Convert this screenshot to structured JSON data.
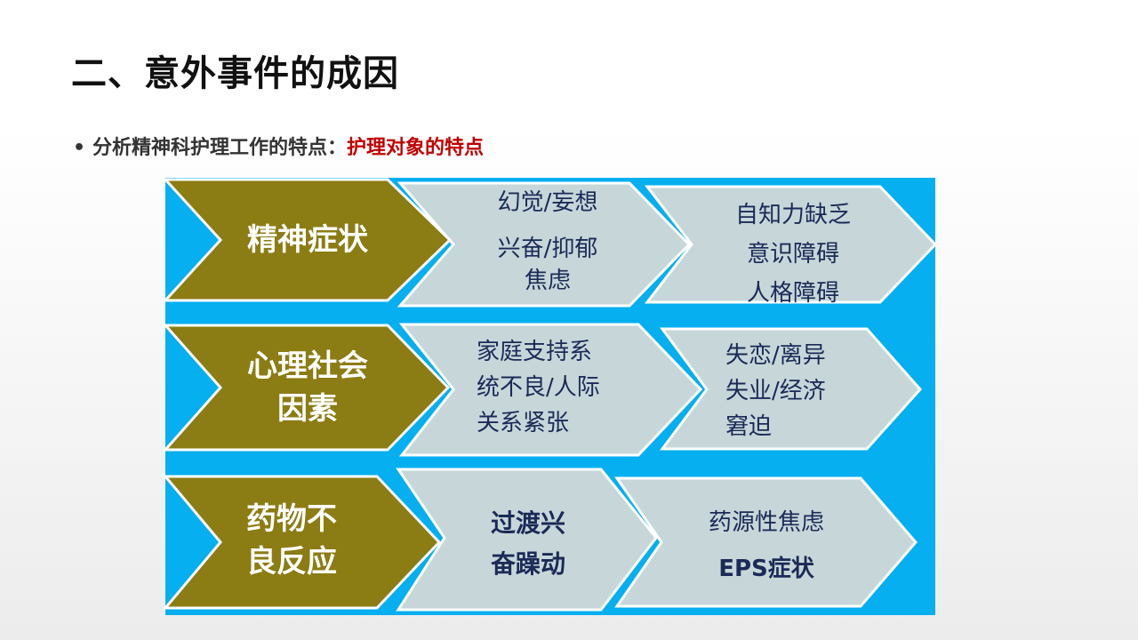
{
  "slide": {
    "title": "二、意外事件的成因",
    "bullet_prefix": "分析精神科护理工作的特点：",
    "bullet_highlight": "护理对象的特点"
  },
  "colors": {
    "panel": "#05aff0",
    "olive": "#8c7c14",
    "grey_chevron": "#c7d7d9",
    "highlight": "#c00000",
    "chevron_text": "#1b2a57"
  },
  "rows": [
    {
      "head_lines": [
        "精神症状"
      ],
      "mid_lines": [
        "幻觉/妄想",
        "兴奋/抑郁",
        "焦虑"
      ],
      "right_lines": [
        "自知力缺乏",
        "意识障碍",
        "人格障碍"
      ]
    },
    {
      "head_lines": [
        "心理社会",
        "因素"
      ],
      "mid_lines": [
        "家庭支持系",
        "统不良/人际",
        "关系紧张"
      ],
      "right_lines": [
        "失恋/离异",
        "失业/经济",
        "窘迫"
      ]
    },
    {
      "head_lines": [
        "药物不",
        "良反应"
      ],
      "mid_lines": [
        "过渡兴",
        "奋躁动"
      ],
      "right_lines": [
        "药源性焦虑",
        "EPS症状"
      ]
    }
  ]
}
